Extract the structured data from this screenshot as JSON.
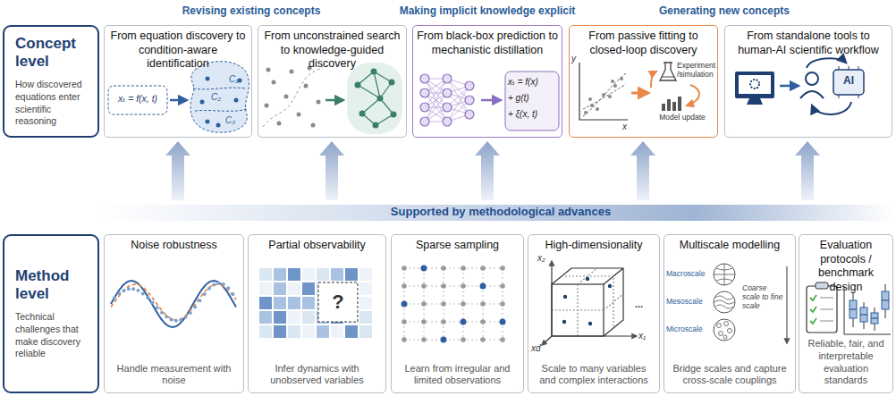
{
  "diagram": {
    "nodes": [
      {
        "text": [
          "Concept level",
          "How discovered equations enter scientific reasoning"
        ]
      },
      {
        "text": [
          "From equation discovery to condition-aware identification"
        ]
      },
      {
        "text": [
          "From unconstrained search to knowledge-guided discovery"
        ]
      },
      {
        "text": [
          "From black-box prediction to mechanistic distillation"
        ]
      },
      {
        "text": [
          "From passive fitting to closed-loop discovery"
        ]
      },
      {
        "text": [
          "From standalone tools to human-AI scientific workflow"
        ]
      },
      {
        "text": [
          "Method level",
          "Technical challenges that make discovery reliable"
        ]
      },
      {
        "text": [
          "Noise robustness",
          "Handle measurement with noise"
        ]
      },
      {
        "text": [
          "Partial observability",
          "Infer dynamics with unobserved variables"
        ]
      },
      {
        "text": [
          "Sparse sampling",
          "Learn from irregular and limited observations"
        ]
      },
      {
        "text": [
          "High-dimensionality",
          "Scale to many variables and complex interactions"
        ]
      },
      {
        "text": [
          "Multiscale modelling",
          "Bridge scales and capture cross-scale couplings"
        ]
      },
      {
        "text": [
          "Evaluation protocols / benchmark design",
          "Reliable, fair, and interpretable evaluation standards"
        ]
      }
    ],
    "labels": [
      "Revising existing concepts",
      "Making implicit knowledge explicit",
      "Generating new concepts",
      "Supported by methodological advances",
      "xₜ = f(x, t)",
      "C₁",
      "C₂",
      "C₃",
      "xₜ = f(x)",
      "+ g(t)",
      "+ ξ(x, t)",
      "y",
      "x",
      "Experiment /simulation",
      "Model update",
      "AI",
      "?",
      "x₂",
      "x₁",
      "xd",
      "...",
      "Macroscale",
      "Mesoscale",
      "Microscale",
      "Coarse scale to fine scale"
    ]
  }
}
